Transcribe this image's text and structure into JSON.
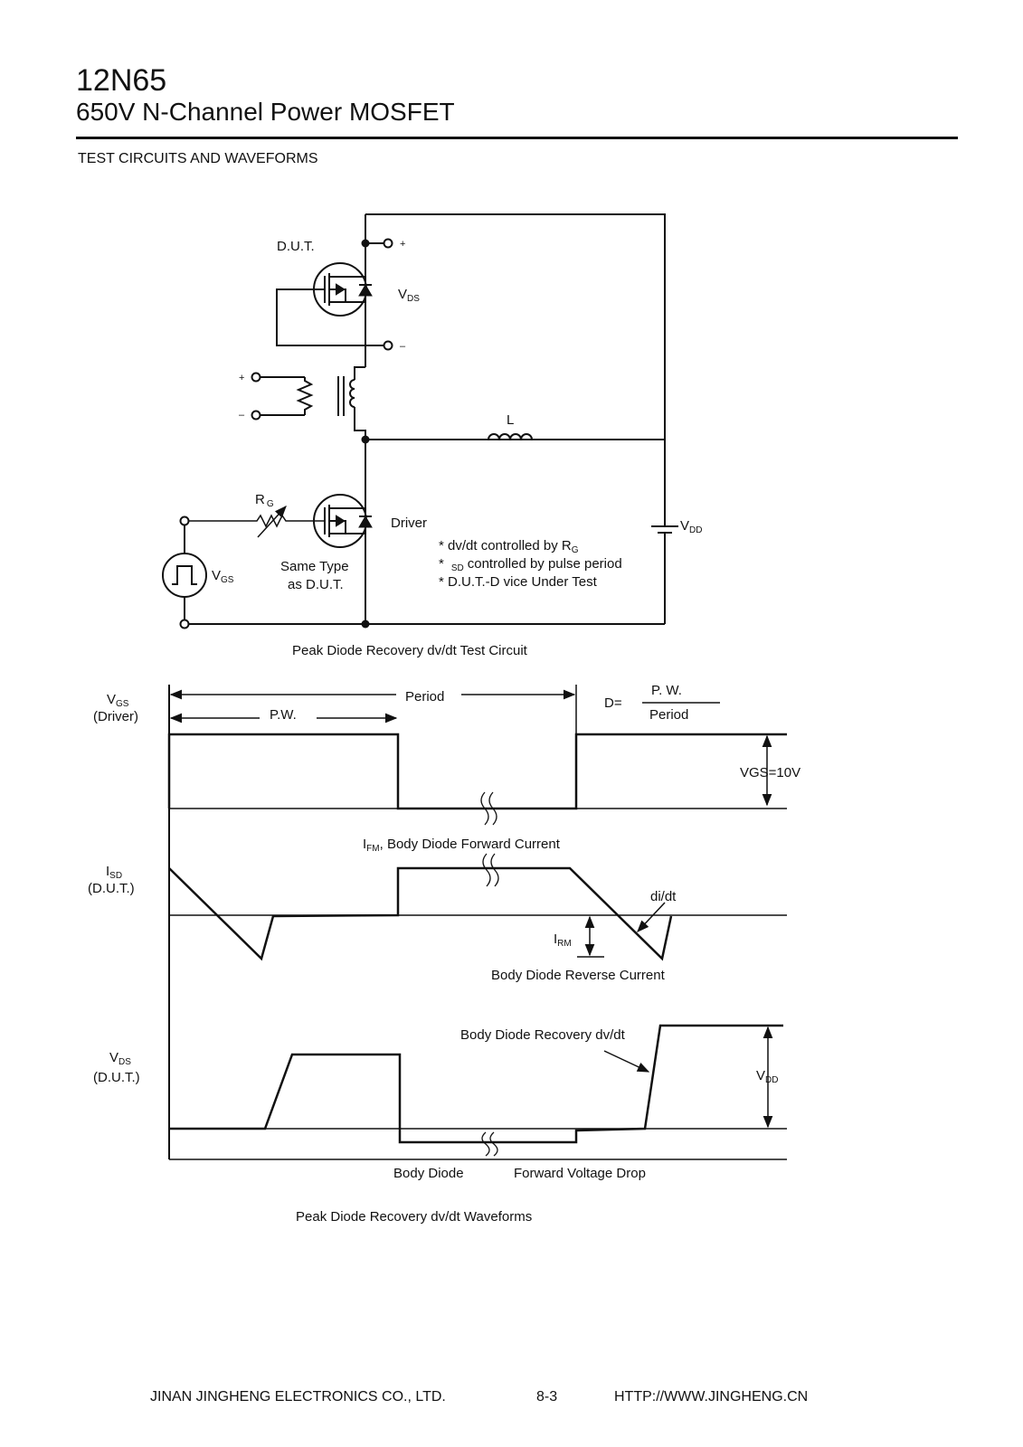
{
  "header": {
    "part_number": "12N65",
    "title": "650V N-Channel Power MOSFET",
    "section": "TEST CIRCUITS AND WAVEFORMS"
  },
  "circuit": {
    "dut_label": "D.U.T.",
    "plus": "+",
    "minus": "–",
    "vds_main": "V",
    "vds_sub": "DS",
    "inductor_label": "L",
    "rg_main": "R",
    "rg_sub": "G",
    "driver_label": "Driver",
    "vdd_main": "V",
    "vdd_sub": "DD",
    "vgs_main": "V",
    "vgs_sub": "GS",
    "same_type_line1": "Same Type",
    "same_type_line2": "as D.U.T.",
    "note1_text": "* dv/dt controlled by R",
    "note1_sub": "G",
    "note2_star": "*",
    "note2_sub": "SD",
    "note2_text": "controlled by pulse period",
    "note3": "* D.U.T.-D  vice Under Test",
    "caption": "Peak Diode Recovery dv/dt Test Circuit"
  },
  "waveforms": {
    "vgs_label_main": "V",
    "vgs_label_sub": "GS",
    "vgs_label_line2": "(Driver)",
    "period_label": "Period",
    "pw_label": "P.W.",
    "duty_prefix": "D=",
    "duty_numerator": "P. W.",
    "duty_denominator": "Period",
    "vgs_level": "VGS=10V",
    "isd_label_main": "I",
    "isd_label_sub": "SD",
    "isd_label_line2": "(D.U.T.)",
    "ifm_main": "I",
    "ifm_sub": "FM",
    "ifm_text": ", Body Diode Forward Current",
    "didt_label": "di/dt",
    "irm_main": "I",
    "irm_sub": "RM",
    "reverse_current": "Body Diode Reverse Current",
    "recovery_label": "Body Diode Recovery dv/dt",
    "vds_label_main": "V",
    "vds_label_sub": "DS",
    "vds_label_line2": "(D.U.T.)",
    "vdd_main": "V",
    "vdd_sub": "DD",
    "body_diode": "Body Diode",
    "forward_drop": "Forward Voltage Drop",
    "caption": "Peak Diode Recovery dv/dt Waveforms"
  },
  "footer": {
    "company": "JINAN JINGHENG ELECTRONICS  CO., LTD.",
    "page": "8-3",
    "url": "HTTP://WWW.JINGHENG.CN"
  }
}
